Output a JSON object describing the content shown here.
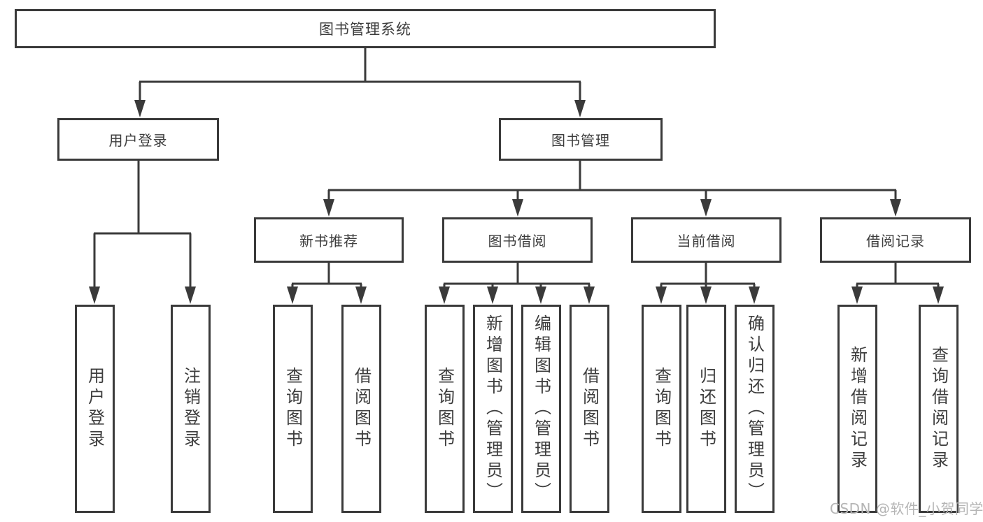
{
  "tree": {
    "root": {
      "label": "图书管理系统"
    },
    "branches": [
      {
        "label": "用户登录",
        "children": [
          {
            "label": "用户登录"
          },
          {
            "label": "注销登录"
          }
        ]
      },
      {
        "label": "图书管理",
        "sections": [
          {
            "label": "新书推荐",
            "children": [
              {
                "label": "查询图书"
              },
              {
                "label": "借阅图书"
              }
            ]
          },
          {
            "label": "图书借阅",
            "children": [
              {
                "label": "查询图书"
              },
              {
                "label": "新增图书（管理员）"
              },
              {
                "label": "编辑图书（管理员）"
              },
              {
                "label": "借阅图书"
              }
            ]
          },
          {
            "label": "当前借阅",
            "children": [
              {
                "label": "查询图书"
              },
              {
                "label": "归还图书"
              },
              {
                "label": "确认归还（管理员）"
              }
            ]
          },
          {
            "label": "借阅记录",
            "children": [
              {
                "label": "新增借阅记录"
              },
              {
                "label": "查询借阅记录"
              }
            ]
          }
        ]
      }
    ]
  },
  "watermark": {
    "text": "CSDN @软件_小贺同学"
  },
  "colors": {
    "line": "#3a3a3a",
    "text": "#3d3d3d",
    "watermark": "#b5b5b5",
    "background": "#ffffff"
  }
}
